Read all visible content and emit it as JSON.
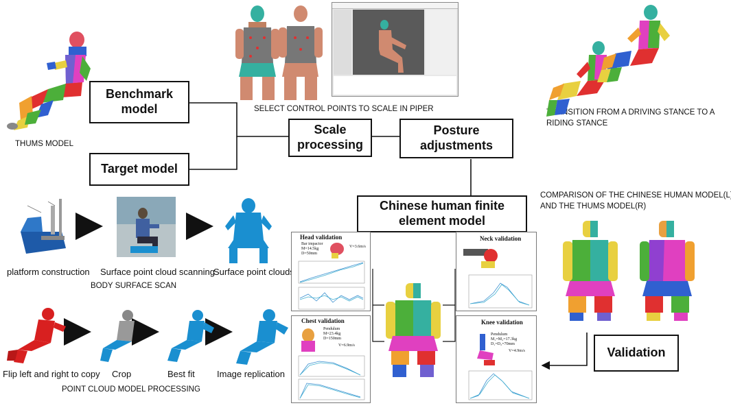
{
  "boxes": {
    "benchmark": "Benchmark model",
    "target": "Target model",
    "scale": "Scale processing",
    "posture": "Posture adjustments",
    "chinese": "Chinese human finite element model",
    "validation": "Validation"
  },
  "captions": {
    "thums": "THUMS MODEL",
    "piper": "SELECT CONTROL POINTS TO SCALE IN PIPER",
    "transition_1": "TRANSITION FROM A DRIVING STANCE TO A",
    "transition_2": "RIDING STANCE",
    "comparison_1": "COMPARISON OF THE CHINESE HUMAN MODEL(L)",
    "comparison_2": "AND  THE THUMS MODEL(R)",
    "body_scan": "BODY SURFACE SCAN",
    "pc_processing": "POINT CLOUD MODEL PROCESSING"
  },
  "steps": {
    "platform": "platform construction",
    "scanning": "Surface point cloud scanning",
    "clouds": "Surface point clouds",
    "flip": "Flip left and right to copy",
    "crop": "Crop",
    "bestfit": "Best fit",
    "replication": "Image replication"
  },
  "panels": {
    "head": {
      "title": "Head validation",
      "note1": "Bar impactor",
      "note2": "M=14.5kg",
      "note3": "D=50mm",
      "note4": "V=3.6m/s"
    },
    "neck": {
      "title": "Neck validation"
    },
    "chest": {
      "title": "Chest validation",
      "note1": "Pendulum",
      "note2": "M=23.4kg",
      "note3": "D=150mm",
      "note4": "V=6.9m/s"
    },
    "knee": {
      "title": "Knee validation",
      "note1": "Pendulum",
      "note2": "M₁=M₂=17.3kg",
      "note3": "D₁=D₂=70mm",
      "note4": "V=4.9m/s"
    }
  },
  "colors": {
    "segment_teal": "#35b0a0",
    "segment_green": "#4caf3a",
    "segment_magenta": "#e040c0",
    "segment_orange": "#f0a030",
    "segment_red": "#e03030",
    "segment_blue": "#3060d0",
    "segment_yellow": "#e8d040",
    "scan_blue": "#1a8fd0",
    "flip_red": "#d82020"
  }
}
